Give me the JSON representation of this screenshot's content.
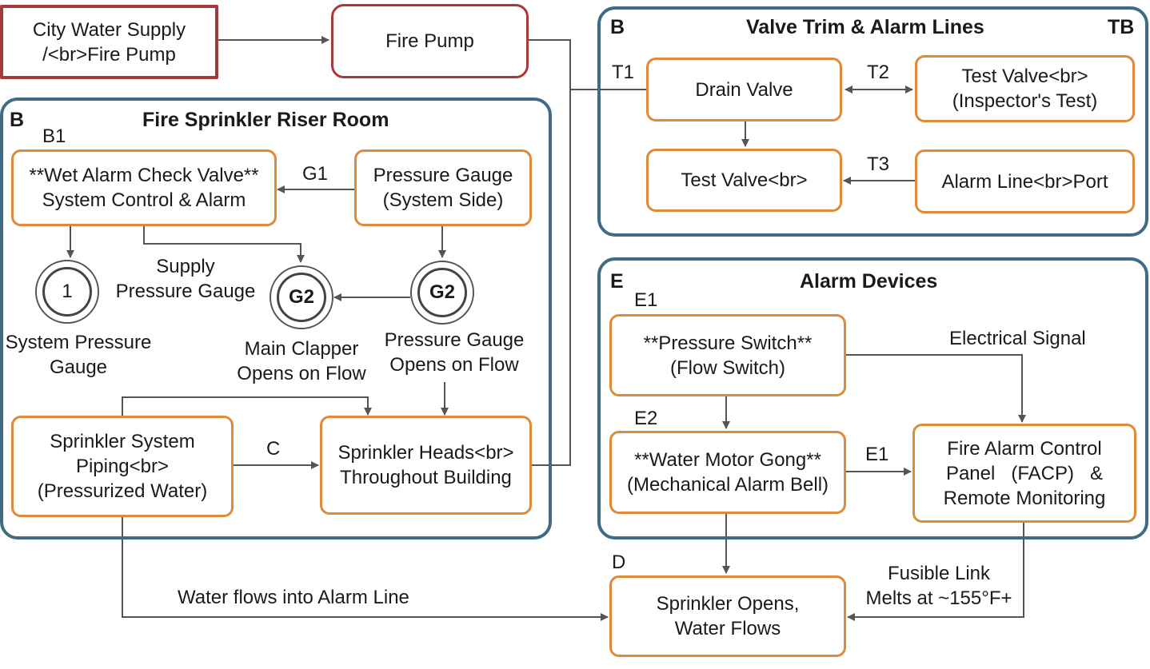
{
  "groups": {
    "riser": {
      "letter": "B",
      "title": "Fire Sprinkler Riser Room"
    },
    "trim": {
      "letter": "B",
      "title": "Valve Trim & Alarm Lines",
      "tag": "TB"
    },
    "alarm": {
      "letter": "E",
      "title": "Alarm Devices"
    }
  },
  "nodes": {
    "city_supply": "City Water Supply\n/<br>Fire Pump",
    "fire_pump": "Fire Pump",
    "check_valve": "**Wet Alarm Check Valve**\nSystem Control & Alarm",
    "pressure_gauge_sys": "Pressure Gauge\n(System Side)",
    "piping": "Sprinkler System\nPiping<br>\n(Pressurized Water)",
    "heads": "Sprinkler Heads<br>\nThroughout Building",
    "drain_valve": "Drain Valve",
    "test_valve_insp": "Test Valve<br>\n(Inspector's Test)",
    "test_valve": "Test Valve<br>",
    "alarm_port": "Alarm Line<br>Port",
    "pressure_switch": "**Pressure Switch**\n(Flow Switch)",
    "gong": "**Water Motor Gong**\n(Mechanical Alarm Bell)",
    "facp": "Fire Alarm Control\nPanel   (FACP)   &\nRemote Monitoring",
    "sprinkler_opens": "Sprinkler Opens,\nWater Flows"
  },
  "gauges": {
    "g_sys": "1",
    "g_mid": "G2",
    "g_right": "G2"
  },
  "labels": {
    "b1": "B1",
    "g1": "G1",
    "c": "C",
    "t1": "T1",
    "t2": "T2",
    "t3": "T3",
    "e1a": "E1",
    "e2": "E2",
    "e1b": "E1",
    "d": "D",
    "supply_gauge": "Supply\nPressure Gauge",
    "system_gauge": "System Pressure\nGauge",
    "main_clapper": "Main Clapper\nOpens on Flow",
    "pg_opens": "Pressure Gauge\nOpens on Flow",
    "electrical_signal": "Electrical Signal",
    "water_flows": "Water flows into Alarm Line",
    "fusible": "Fusible Link\nMelts at ~155°F+"
  },
  "colors": {
    "group_border": "#3f6b86",
    "node_border": "#dd8a3a",
    "source_border": "#a8393a",
    "arrow": "#555555"
  }
}
